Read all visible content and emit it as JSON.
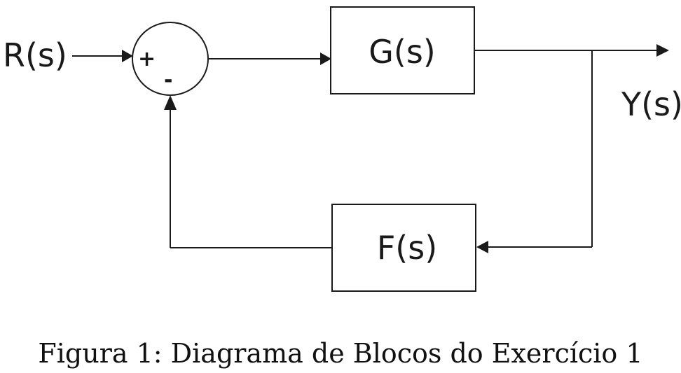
{
  "diagram": {
    "input_label": "R(s)",
    "output_label": "Y(s)",
    "forward_block": "G(s)",
    "feedback_block": "F(s)",
    "summing_junction": {
      "plus_sign": "+",
      "minus_sign": "-"
    }
  },
  "caption": "Figura 1: Diagrama de Blocos do Exercício 1"
}
